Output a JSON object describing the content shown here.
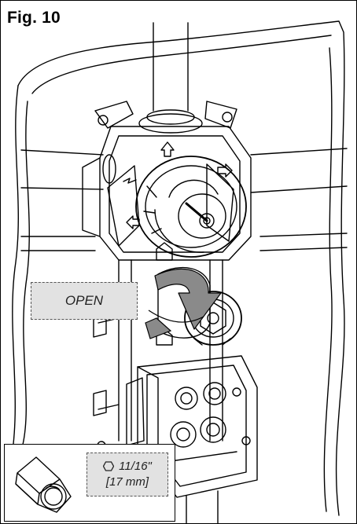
{
  "figure": {
    "label": "Fig. 10"
  },
  "callout": {
    "open_label": "OPEN"
  },
  "inset": {
    "size_imperial": "11/16\"",
    "size_metric": "[17 mm]",
    "icon": "hex-nut-icon"
  },
  "colors": {
    "line": "#000000",
    "callout_fill": "#e2e2e2",
    "arrow_fill": "#8a8a8a"
  }
}
